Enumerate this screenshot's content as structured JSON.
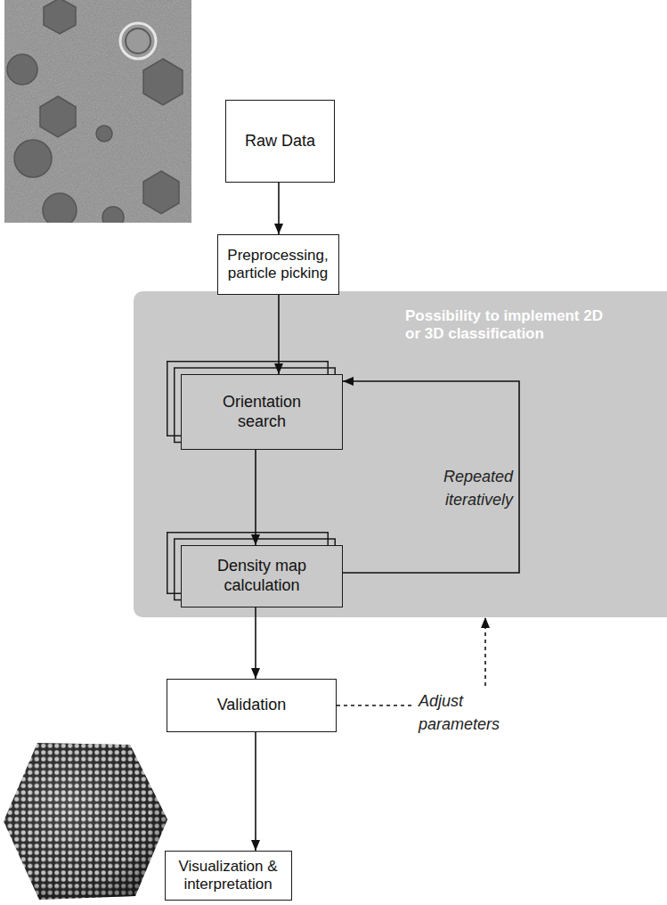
{
  "diagram": {
    "nodes": [
      {
        "text": [
          "Raw Data"
        ]
      },
      {
        "text": [
          "Preprocessing, particle picking"
        ]
      },
      {
        "text": [
          "Possibility to implement 2D or 3D classification"
        ]
      },
      {
        "text": [
          "Orientation search"
        ],
        "in": 2
      },
      {
        "text": [
          "Density map calculation"
        ],
        "in": 2
      },
      {
        "text": [
          "Validation"
        ]
      },
      {
        "text": [
          "Visualization & interpretation"
        ]
      }
    ],
    "edges": [
      {
        "from": 0,
        "to": 1,
        "arrow": "to"
      },
      {
        "from": 1,
        "to": 3,
        "arrow": "to"
      },
      {
        "from": 3,
        "to": 4,
        "arrow": "to"
      },
      {
        "from": 4,
        "to": 3,
        "arrow": "to",
        "label": "Repeated iteratively"
      },
      {
        "from": 4,
        "to": 5,
        "arrow": "to"
      },
      {
        "from": 5,
        "to": 6,
        "arrow": "to"
      },
      {
        "from": 5,
        "to": 2,
        "arrow": "to",
        "label": "Adjust parameters"
      }
    ]
  }
}
